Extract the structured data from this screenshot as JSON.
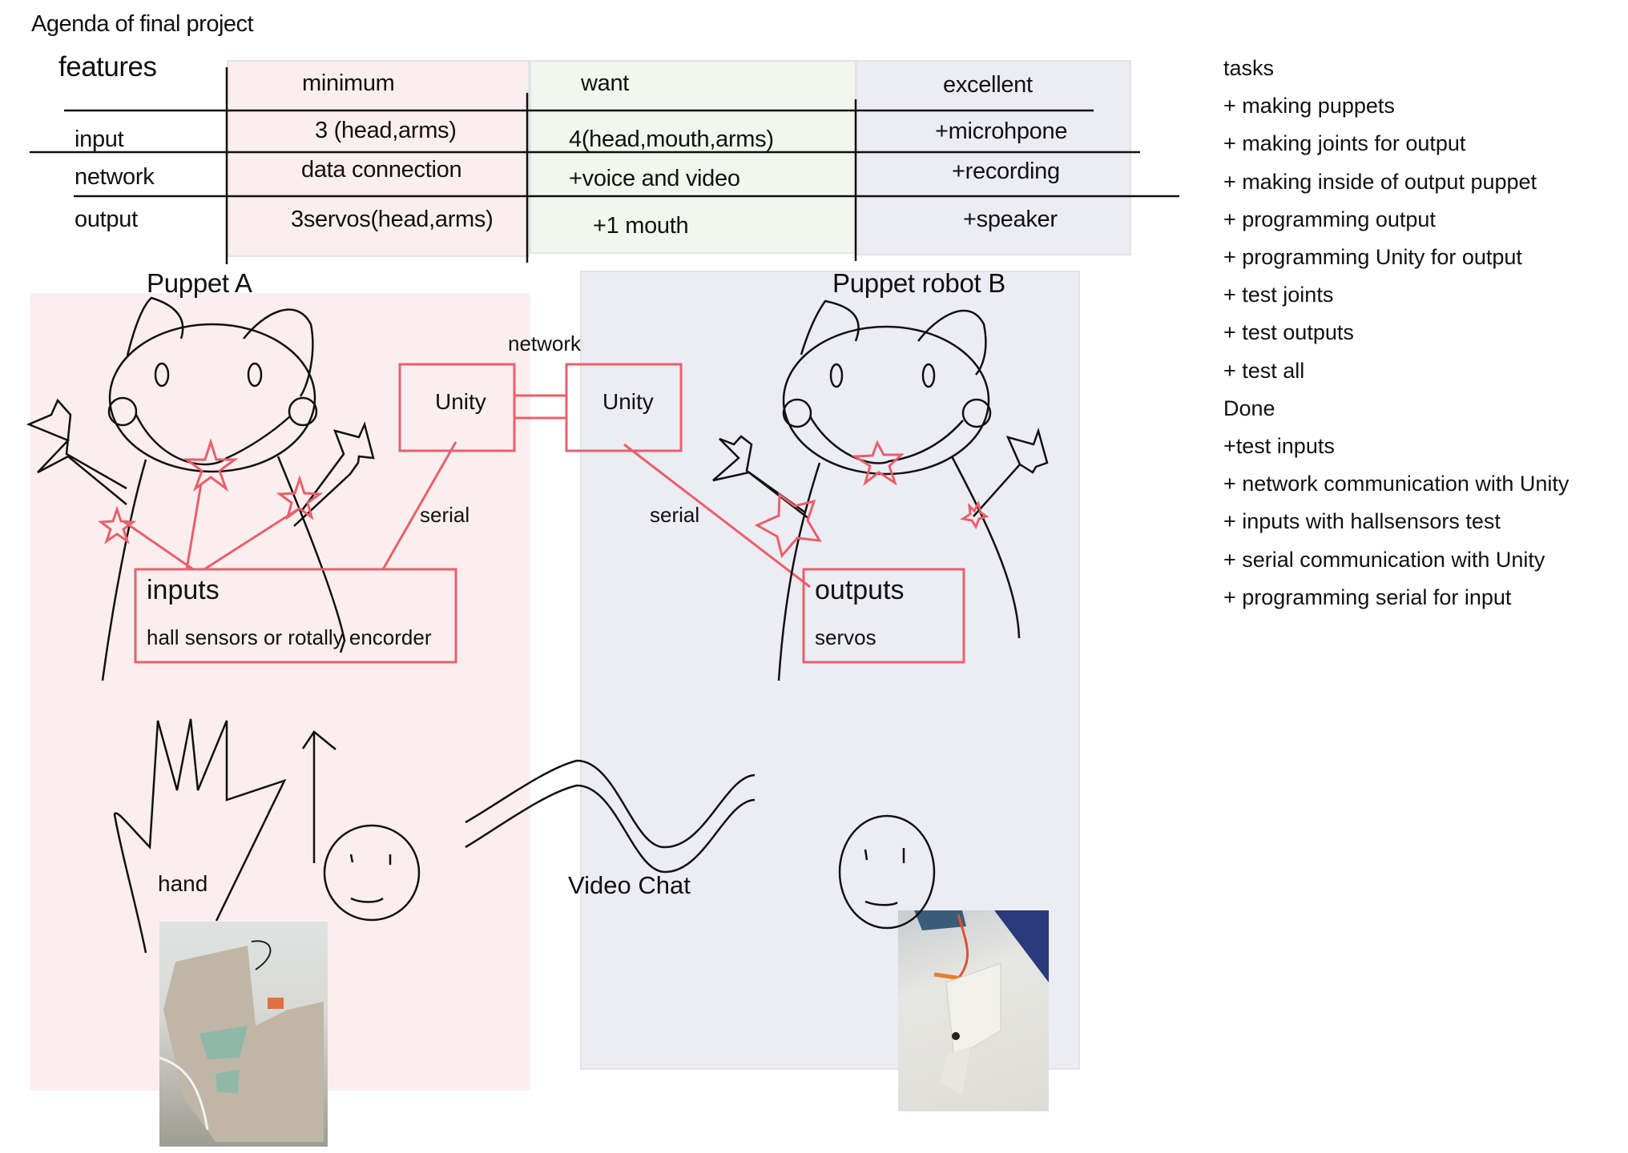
{
  "title": "Agenda of final project",
  "table": {
    "corner_label": "features",
    "columns": [
      "minimum",
      "want",
      "excellent"
    ],
    "rows": [
      {
        "label": "input",
        "minimum": "3 (head,arms)",
        "want": "4(head,mouth,arms)",
        "excellent": "+microhpone"
      },
      {
        "label": "network",
        "minimum": "data connection",
        "want": "+voice and video",
        "excellent": "+recording"
      },
      {
        "label": "output",
        "minimum": "3servos(head,arms)",
        "want": "+1 mouth",
        "excellent": "+speaker"
      }
    ],
    "colors": {
      "minimum": "#fbeeef",
      "want": "#f1f7ee",
      "excellent": "#ececf4"
    }
  },
  "diagram": {
    "puppet_a": {
      "title": "Puppet A",
      "unity_label": "Unity",
      "serial_label": "serial",
      "box_title": "inputs",
      "box_subtitle": "hall sensors or rotally encorder",
      "hand_label": "hand",
      "photo": "glove-puppet-photo"
    },
    "network_label": "network",
    "video_chat_label": "Video Chat",
    "puppet_b": {
      "title": "Puppet robot B",
      "unity_label": "Unity",
      "serial_label": "serial",
      "box_title": "outputs",
      "box_subtitle": "servos",
      "photo": "servo-mechanism-photo"
    },
    "accent_color": "#e8606a"
  },
  "tasks": {
    "heading": "tasks",
    "todo": [
      "+ making puppets",
      "+ making joints for output",
      "+ making inside of output puppet",
      "+ programming output",
      "+ programming Unity for output",
      "+ test joints",
      "+ test outputs",
      "+ test all"
    ],
    "done_heading": "Done",
    "done": [
      "+test inputs",
      "+ network communication with Unity",
      "+ inputs with hallsensors test",
      "+ serial communication with Unity",
      "+ programming serial for input"
    ]
  }
}
